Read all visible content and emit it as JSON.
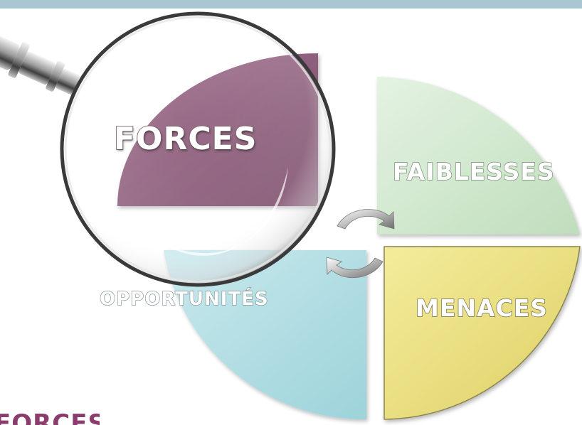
{
  "header": {
    "bar_color": "#a9c7d0"
  },
  "quadrants": [
    {
      "id": "forces",
      "label": "FORCES",
      "color": "#8b5a76"
    },
    {
      "id": "faiblesses",
      "label": "FAIBLESSES",
      "color": "#cfe7cd"
    },
    {
      "id": "opportunites",
      "label": "OPPORTUNITÉS",
      "color": "#a9dbe1"
    },
    {
      "id": "menaces",
      "label": "MENACES",
      "color": "#ede27f"
    }
  ],
  "magnifier": {
    "icon": "magnifying-glass-icon"
  },
  "cycle": {
    "icon": "cycle-arrows-icon"
  },
  "footer": {
    "partial_text": "FORCES"
  }
}
